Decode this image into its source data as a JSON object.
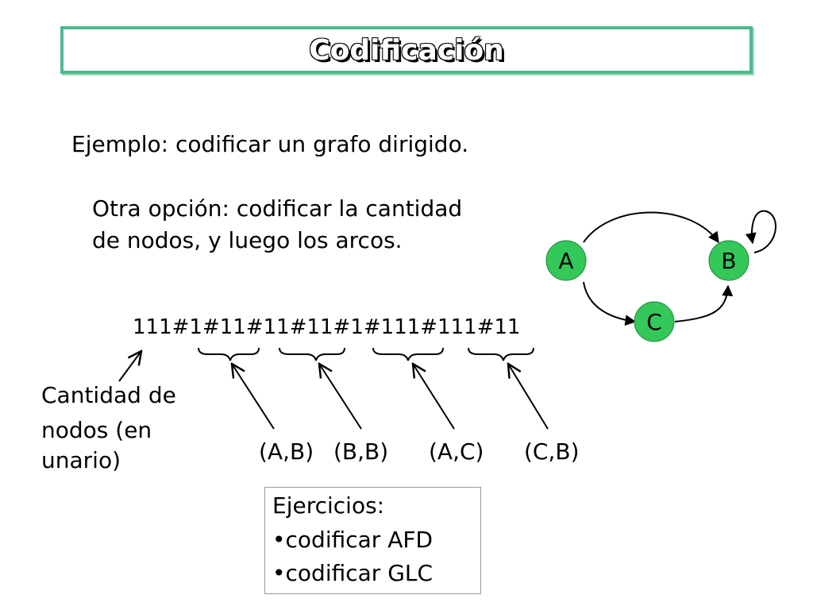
{
  "title": "Codificación",
  "example_text": "Ejemplo: codificar un grafo dirigido.",
  "option_text": [
    "Otra opción: codificar la cantidad",
    "de nodos, y luego los arcos."
  ],
  "encoding": "111#1#11#11#11#1#111#111#11",
  "count_label": [
    "Cantidad de",
    "nodos (en",
    "unario)"
  ],
  "pairs": [
    "(A,B)",
    "(B,B)",
    "(A,C)",
    "(C,B)"
  ],
  "exercises": [
    "Ejercicios:",
    "•codificar AFD",
    "•codificar GLC"
  ],
  "graph": {
    "nodes": [
      "A",
      "B",
      "C"
    ],
    "edges": [
      [
        "A",
        "B"
      ],
      [
        "B",
        "B"
      ],
      [
        "A",
        "C"
      ],
      [
        "C",
        "B"
      ]
    ],
    "node_fill": "#34c759"
  },
  "colors": {
    "title_border": "#4db98d"
  }
}
